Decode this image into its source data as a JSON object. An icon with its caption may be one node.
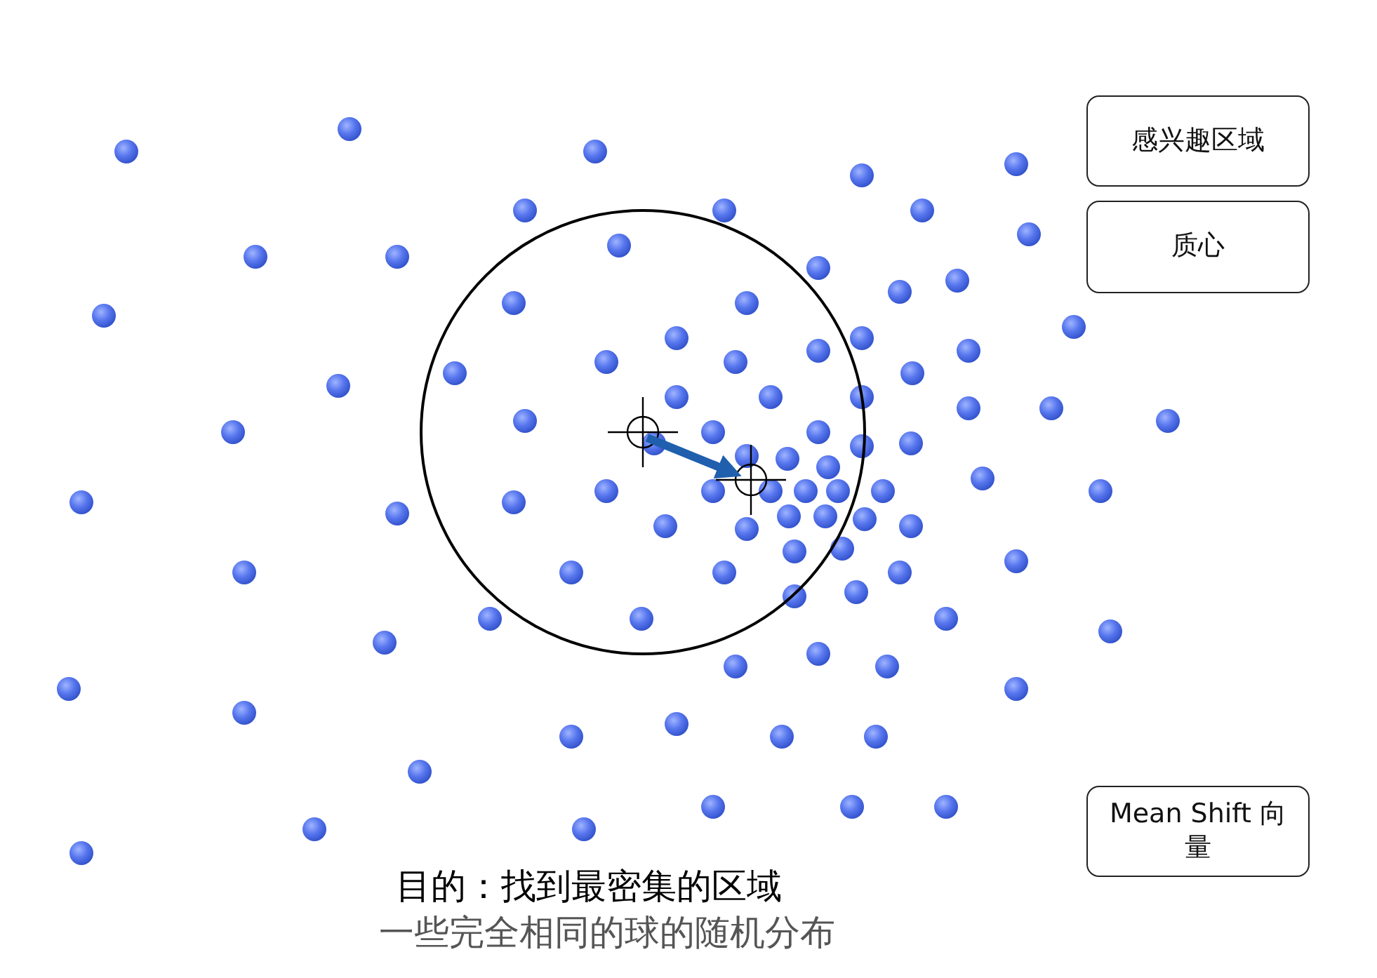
{
  "diagram": {
    "nodes": [
      {
        "text": [
          "感兴趣区域"
        ]
      },
      {
        "text": [
          "质心"
        ]
      },
      {
        "text": [
          "Mean Shift 向量"
        ]
      }
    ],
    "labels": [
      "目的：找到最密集的区域",
      "一些完全相同的球的随机分布"
    ]
  }
}
